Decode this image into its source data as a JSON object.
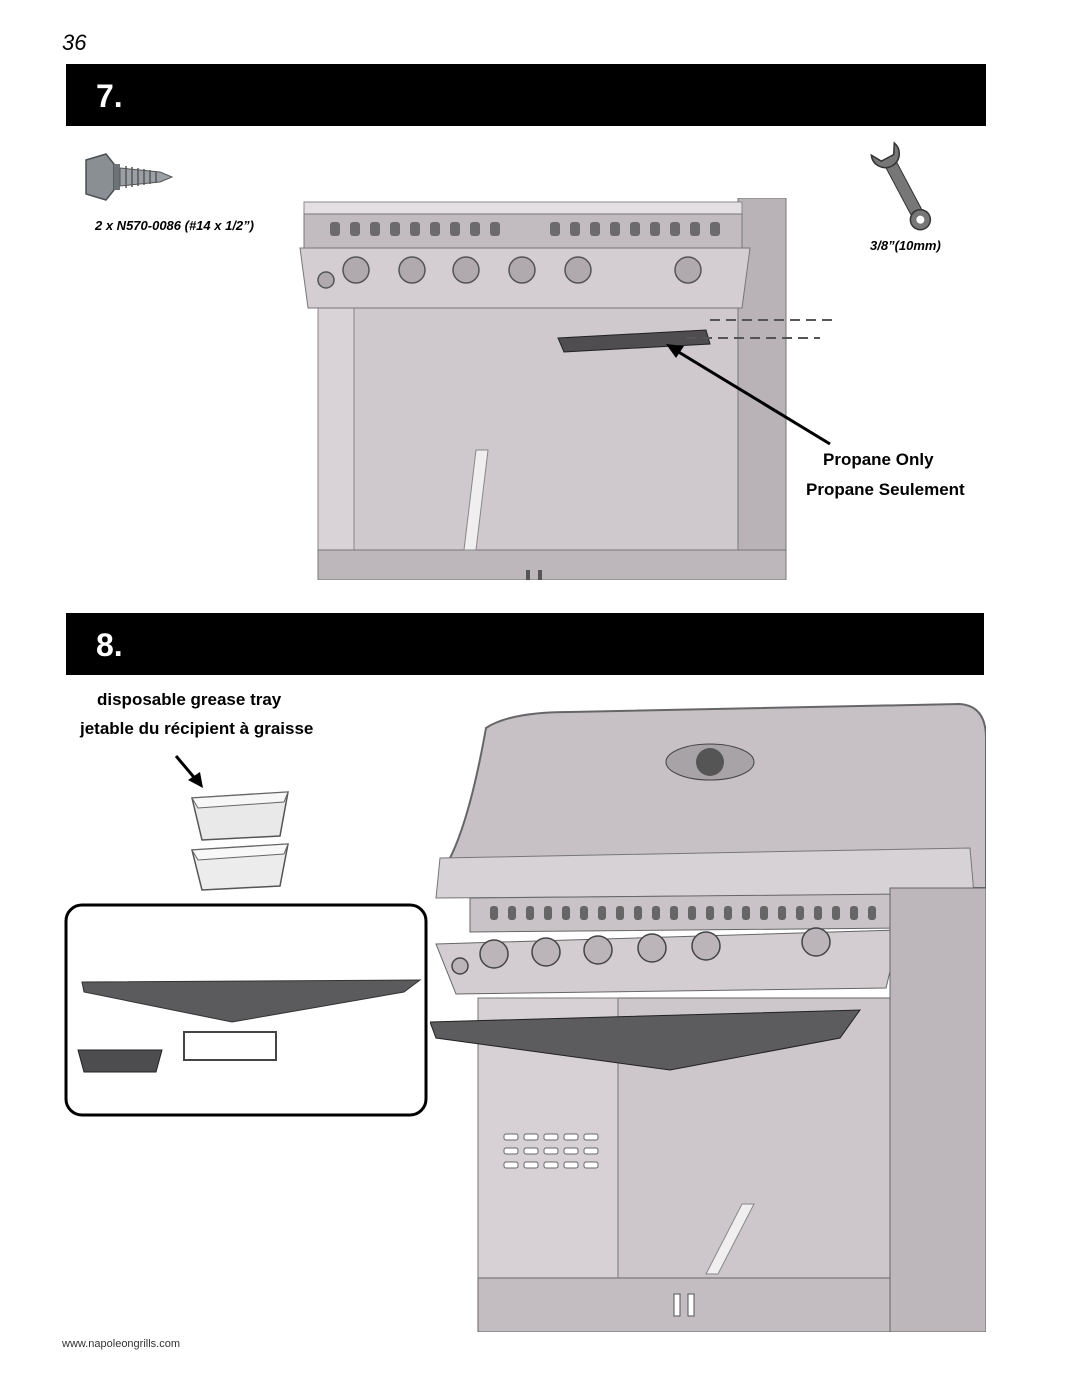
{
  "page": {
    "number": "36",
    "footer_url": "www.napoleongrills.com"
  },
  "step7": {
    "number": "7.",
    "part_label": "2 x N570-0086 (#14 x 1/2”)",
    "wrench_label": "3/8”(10mm)",
    "callout_en": "Propane Only",
    "callout_fr": "Propane Seulement"
  },
  "step8": {
    "number": "8.",
    "callout_en": "disposable grease tray",
    "callout_fr": "jetable du récipient à graisse"
  },
  "colors": {
    "bar": "#000000",
    "steel": "#c9c5c8",
    "steel_dark": "#8d8a8d",
    "tray": "#5a5a5a"
  },
  "icons": [
    "screw-icon",
    "wrench-icon",
    "grease-tray-icon"
  ]
}
